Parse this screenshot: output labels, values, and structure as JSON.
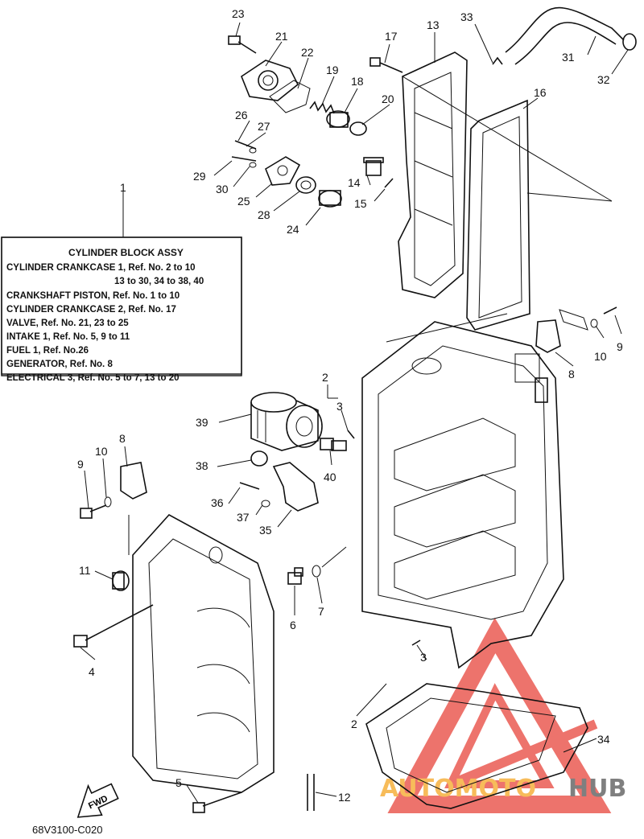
{
  "callouts": {
    "n1": "1",
    "n2": "2",
    "n3": "3",
    "n4": "4",
    "n5": "5",
    "n6": "6",
    "n7": "7",
    "n8": "8",
    "n9": "9",
    "n10": "10",
    "n11": "11",
    "n12": "12",
    "n13": "13",
    "n14": "14",
    "n15": "15",
    "n16": "16",
    "n17": "17",
    "n18": "18",
    "n19": "19",
    "n20": "20",
    "n21": "21",
    "n22": "22",
    "n23": "23",
    "n24": "24",
    "n25": "25",
    "n26": "26",
    "n27": "27",
    "n28": "28",
    "n29": "29",
    "n30": "30",
    "n31": "31",
    "n32": "32",
    "n33": "33",
    "n34": "34",
    "n35": "35",
    "n36": "36",
    "n37": "37",
    "n38": "38",
    "n39": "39",
    "n40": "40"
  },
  "assy_box": {
    "title": "CYLINDER BLOCK ASSY",
    "lines": [
      "CYLINDER CRANKCASE 1,  Ref. No. 2 to 10",
      "13 to 30, 34 to 38, 40",
      "CRANKSHAFT PISTON,  Ref. No. 1 to 10",
      "CYLINDER CRANKCASE 2,  Ref. No. 17",
      "VALVE,  Ref. No. 21, 23 to 25",
      "INTAKE 1,  Ref. No. 5, 9 to 11",
      "FUEL 1,  Ref. No.26",
      "GENERATOR,  Ref. No. 8",
      "ELECTRICAL 3,  Ref. No. 5 to 7, 13 to 20"
    ]
  },
  "fwd_label": "FWD",
  "drawing_code": "68V3100-C020",
  "watermark": {
    "text_left": "AUTOMOTO",
    "text_right": "HUB",
    "color_left": "#f5a623",
    "color_right": "#555555",
    "triangle_color": "#e8453c"
  }
}
